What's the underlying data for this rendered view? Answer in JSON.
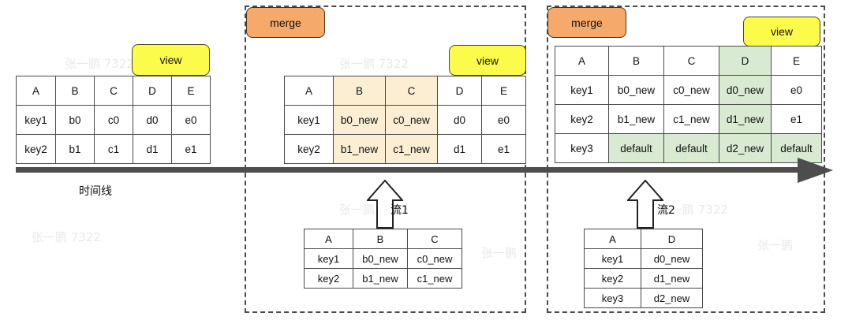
{
  "diagram": {
    "title": "Stream merge into materialized view over a timeline",
    "timeline": {
      "label": "时间线",
      "arrow_icon": "right-arrow-icon"
    },
    "colors": {
      "merge_chip": "#f5a96a",
      "view_chip": "#fbfb4b",
      "highlight_orange": "#fbeed2",
      "highlight_green": "#d9ead3",
      "timeline": "#4d4d4d",
      "dashed_border": "#4a4a4a"
    },
    "watermark_text": "张一鹏 7322"
  },
  "stages": [
    {
      "id": "stage-initial",
      "view_label": "view",
      "merge_label": null,
      "table": {
        "columns": [
          "A",
          "B",
          "C",
          "D",
          "E"
        ],
        "rows": [
          [
            "key1",
            "b0",
            "c0",
            "d0",
            "e0"
          ],
          [
            "key2",
            "b1",
            "c1",
            "d1",
            "e1"
          ]
        ],
        "highlight_columns": []
      },
      "stream": null
    },
    {
      "id": "stage-merge-1",
      "view_label": "view",
      "merge_label": "merge",
      "table": {
        "columns": [
          "A",
          "B",
          "C",
          "D",
          "E"
        ],
        "rows": [
          [
            "key1",
            "b0_new",
            "c0_new",
            "d0",
            "e0"
          ],
          [
            "key2",
            "b1_new",
            "c1_new",
            "d1",
            "e1"
          ]
        ],
        "highlight_columns": [
          1,
          2
        ],
        "highlight_color": "orange"
      },
      "stream": {
        "label": "流1",
        "arrow_icon": "up-arrow-icon",
        "table": {
          "columns": [
            "A",
            "B",
            "C"
          ],
          "rows": [
            [
              "key1",
              "b0_new",
              "c0_new"
            ],
            [
              "key2",
              "b1_new",
              "c1_new"
            ]
          ]
        }
      }
    },
    {
      "id": "stage-merge-2",
      "view_label": "view",
      "merge_label": "merge",
      "table": {
        "columns": [
          "A",
          "B",
          "C",
          "D",
          "E"
        ],
        "rows": [
          [
            "key1",
            "b0_new",
            "c0_new",
            "d0_new",
            "e0"
          ],
          [
            "key2",
            "b1_new",
            "c1_new",
            "d1_new",
            "e1"
          ],
          [
            "key3",
            "default",
            "default",
            "d2_new",
            "default"
          ]
        ],
        "highlight_columns": [
          3
        ],
        "highlight_rows": [
          2
        ],
        "highlight_color": "green"
      },
      "stream": {
        "label": "流2",
        "arrow_icon": "up-arrow-icon",
        "table": {
          "columns": [
            "A",
            "D"
          ],
          "rows": [
            [
              "key1",
              "d0_new"
            ],
            [
              "key2",
              "d1_new"
            ],
            [
              "key3",
              "d2_new"
            ]
          ]
        }
      }
    }
  ]
}
